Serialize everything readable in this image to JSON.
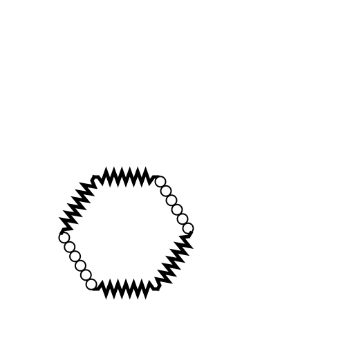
{
  "diagram": {
    "kind": "hexagonal loop of alternating zigzag springs and bead chains",
    "stroke_color": "#000000",
    "background_color": "#ffffff",
    "bead_fill": "#ffffff",
    "sides": [
      {
        "type": "zigzag",
        "peaks": 7
      },
      {
        "type": "beads",
        "count": 6
      },
      {
        "type": "zigzag",
        "peaks": 7
      },
      {
        "type": "zigzag",
        "peaks": 7
      },
      {
        "type": "beads",
        "count": 6
      },
      {
        "type": "zigzag",
        "peaks": 7
      }
    ]
  }
}
